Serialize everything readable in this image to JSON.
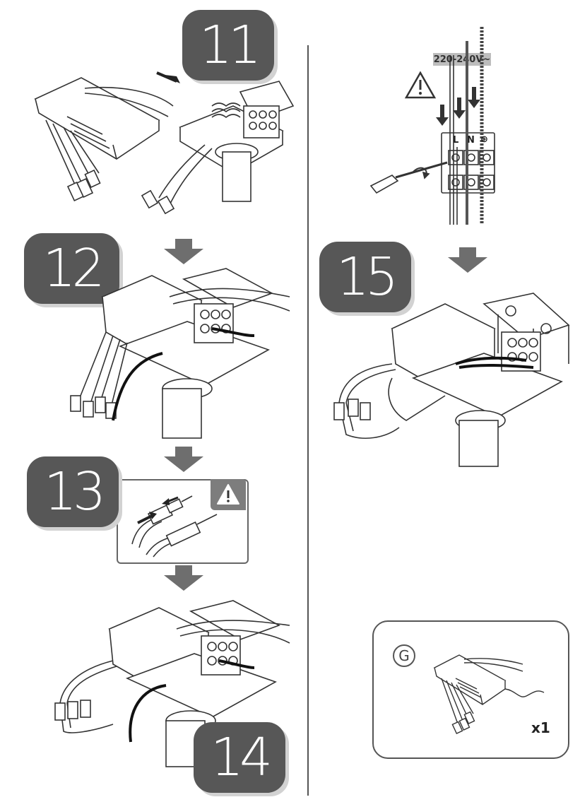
{
  "steps": {
    "s11": "11",
    "s12": "12",
    "s13": "13",
    "s14": "14",
    "s15": "15"
  },
  "wiring": {
    "voltage": "220-240V~",
    "terminal_labels": [
      "L",
      "N",
      "⊕"
    ]
  },
  "part": {
    "code": "G",
    "quantity": "x1"
  },
  "colors": {
    "badge": "#575757",
    "arrow": "#6e6e6e",
    "line": "#333333"
  }
}
